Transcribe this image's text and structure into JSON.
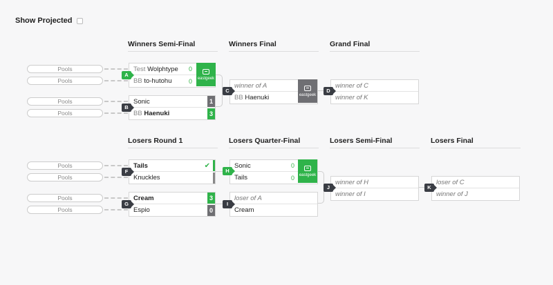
{
  "header": {
    "show_projected_label": "Show Projected"
  },
  "rounds": {
    "winners_semi": "Winners Semi-Final",
    "winners_final": "Winners Final",
    "grand_final": "Grand Final",
    "losers_r1": "Losers Round 1",
    "losers_qf": "Losers Quarter-Final",
    "losers_sf": "Losers Semi-Final",
    "losers_final": "Losers Final"
  },
  "pool_label": "Pools",
  "stream_label": "eastgeek",
  "matches": {
    "A": {
      "badge": "A",
      "p1_tag": "Test",
      "p1_name": "Wolphtype",
      "p1_score": "0",
      "p2_tag": "BB",
      "p2_name": "to-hutohu",
      "p2_score": "0"
    },
    "B": {
      "badge": "B",
      "p1_name": "Sonic",
      "p1_score": "1",
      "p2_tag": "BB",
      "p2_name": "Haenuki",
      "p2_score": "3"
    },
    "C": {
      "badge": "C",
      "p1_name": "winner of A",
      "p2_tag": "BB",
      "p2_name": "Haenuki"
    },
    "D": {
      "badge": "D",
      "p1_name": "winner of C",
      "p2_name": "winner of K"
    },
    "F": {
      "badge": "F",
      "p1_name": "Tails",
      "p2_name": "Knuckles"
    },
    "G": {
      "badge": "G",
      "p1_name": "Cream",
      "p1_score": "3",
      "p2_name": "Espio",
      "p2_score": "0"
    },
    "H": {
      "badge": "H",
      "p1_name": "Sonic",
      "p1_score": "0",
      "p2_name": "Tails",
      "p2_score": "0"
    },
    "I": {
      "badge": "I",
      "p1_name": "loser of A",
      "p2_name": "Cream"
    },
    "J": {
      "badge": "J",
      "p1_name": "winner of H",
      "p2_name": "winner of I"
    },
    "K": {
      "badge": "K",
      "p1_name": "loser of C",
      "p2_name": "winner of J"
    }
  }
}
